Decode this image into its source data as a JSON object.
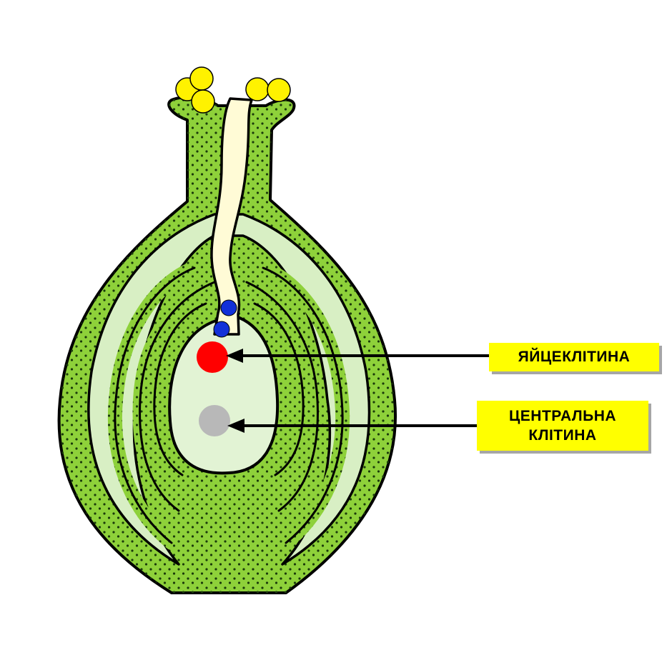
{
  "labels": {
    "egg_cell": "ЯЙЦЕКЛІТИНА",
    "central_cell_line1": "ЦЕНТРАЛЬНА",
    "central_cell_line2": "КЛІТИНА"
  },
  "colors": {
    "tissue": "#8ed13a",
    "ovule_cavity": "#d8efc4",
    "embryo_sac": "#e2f3d4",
    "pollen_tube": "#fffbd6",
    "pollen_grain": "#fff200",
    "sperm_cells": "#1230d8",
    "egg_cell": "#ff0000",
    "central_cell": "#b8b8b8",
    "label_background": "#ffff00"
  }
}
